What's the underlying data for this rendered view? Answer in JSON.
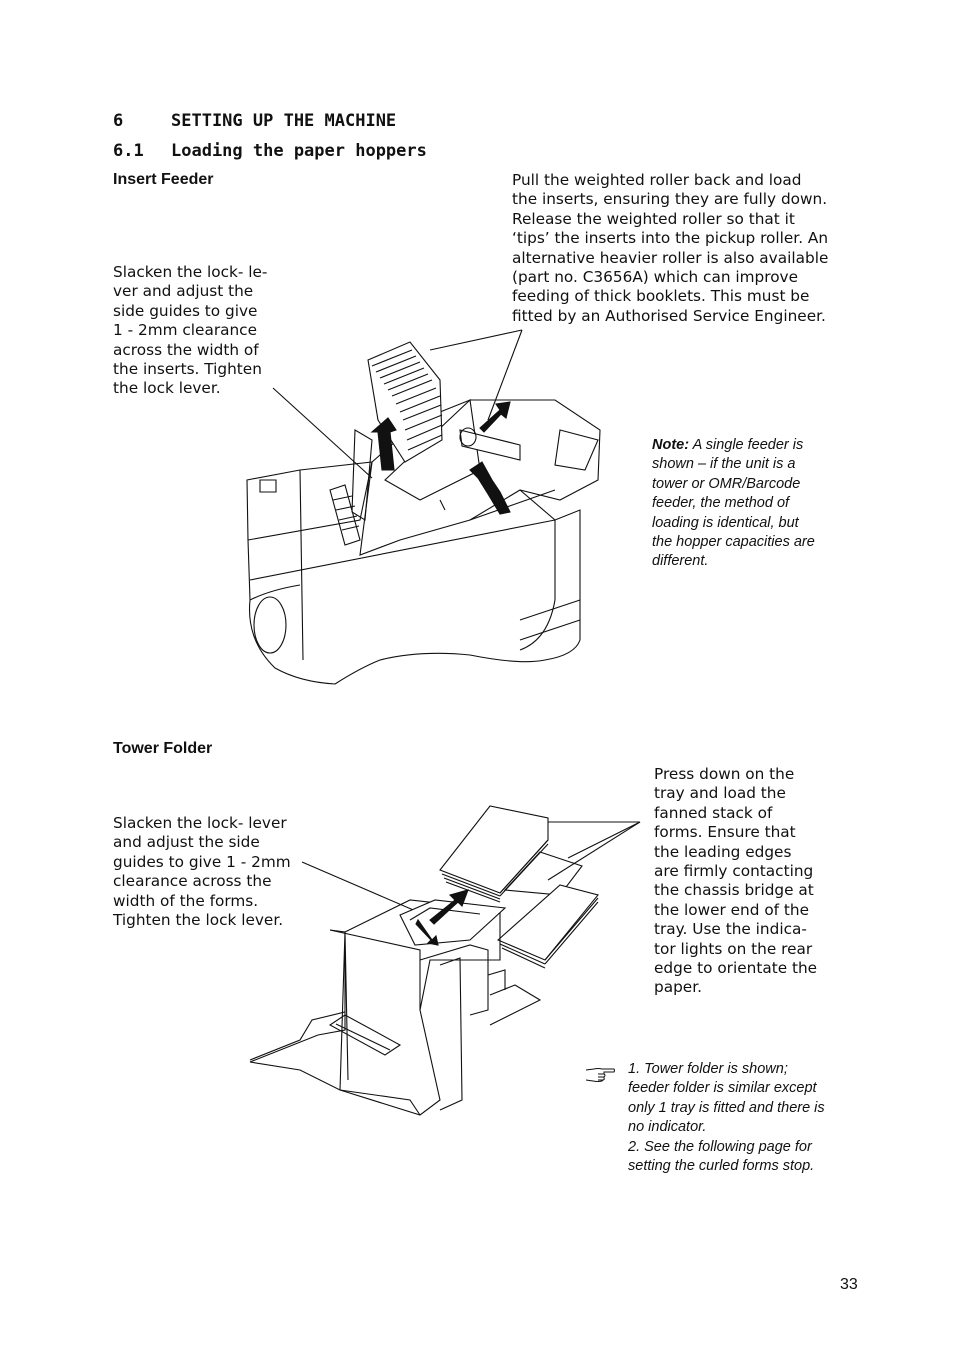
{
  "section": {
    "number": "6",
    "title": "SETTING UP THE MACHINE"
  },
  "subsection": {
    "number": "6.1",
    "title": "Loading the paper hoppers"
  },
  "insert_feeder": {
    "heading": "Insert Feeder",
    "left_text": "Slacken the lock- le-\nver and adjust the\nside guides to give\n1 - 2mm clearance\nacross the width of\nthe inserts. Tighten\nthe lock lever.",
    "right_text": "Pull the weighted roller back and load\nthe inserts, ensuring they are fully down.\nRelease the weighted roller so that it\n‘tips’ the inserts into the pickup roller. An\nalternative heavier roller is also available\n(part no. C3656A) which can improve\nfeeding of thick booklets. This must be\nfitted by an Authorised Service Engineer.",
    "note_label": "Note:",
    "note_text": "A single feeder is\nshown – if the unit is a\ntower or OMR/Barcode\nfeeder, the method of\nloading is identical, but\nthe hopper capacities are\ndifferent."
  },
  "tower_folder": {
    "heading": "Tower Folder",
    "left_text": "Slacken the lock- lever\nand adjust the side\nguides to give 1 - 2mm\nclearance across the\nwidth of the forms.\nTighten the lock lever.",
    "right_text": "Press down on the\ntray and load the\nfanned stack of\nforms. Ensure that\nthe leading edges\nare firmly contacting\nthe chassis bridge at\nthe lower end of the\ntray. Use the indica-\ntor lights on the rear\nedge to orientate the\npaper.",
    "hand_icon": "pointing-hand-icon",
    "footnote": "1. Tower folder is shown;\nfeeder folder is similar except\nonly 1 tray is fitted and there is\nno indicator.\n2. See the following page for\nsetting the curled forms stop."
  },
  "page_number": "33"
}
